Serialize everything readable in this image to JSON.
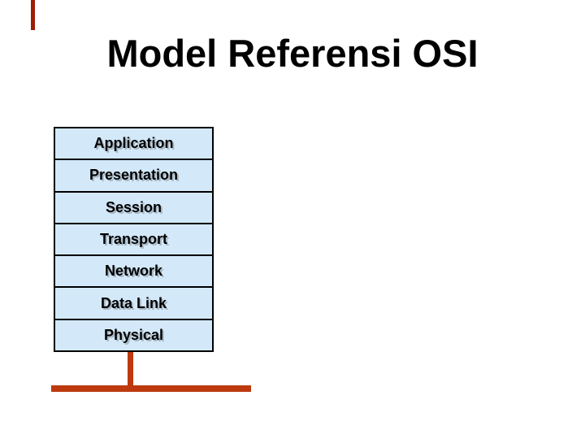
{
  "slide": {
    "title": "Model Referensi OSI"
  },
  "osi_stack": {
    "layers": [
      "Application",
      "Presentation",
      "Session",
      "Transport",
      "Network",
      "Data Link",
      "Physical"
    ]
  },
  "colors": {
    "layer_fill": "#D3E9FA",
    "layer_border": "#000000",
    "bus_line": "#BC3A0E",
    "accent_bar": "#9E1B04",
    "title_text": "#000000"
  }
}
